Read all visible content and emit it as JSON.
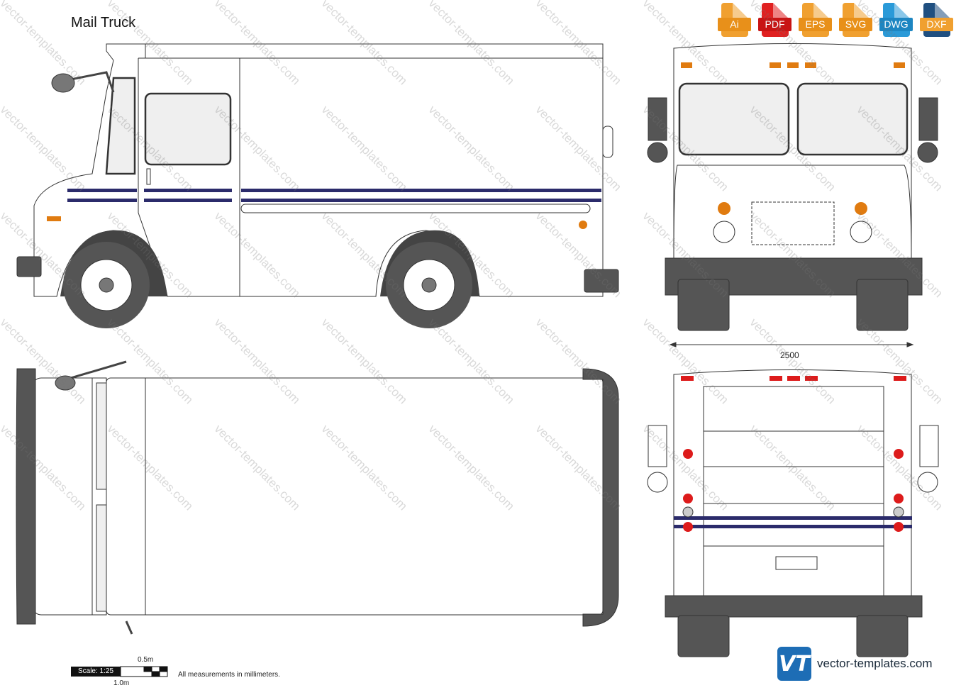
{
  "header": {
    "title": "Mail Truck"
  },
  "formats": [
    {
      "label": "Ai",
      "color": "#f0a030"
    },
    {
      "label": "PDF",
      "color": "#e02020"
    },
    {
      "label": "EPS",
      "color": "#f0a030"
    },
    {
      "label": "SVG",
      "color": "#f0a030"
    },
    {
      "label": "DWG",
      "color": "#2a9ad8"
    },
    {
      "label": "DXF",
      "color": "#1f4f80"
    }
  ],
  "dimensions": {
    "front_width": "2500"
  },
  "scale": {
    "label": "Scale: 1:25",
    "half": "0.5m",
    "one": "1.0m",
    "note": "All measurements in millimeters."
  },
  "brand": {
    "logo": "VT",
    "name": "vector-templates.com"
  },
  "watermark": "vector-templates.com",
  "colors": {
    "stripe": "#2b2b6b",
    "tire": "#555555",
    "body": "#ffffff",
    "amber": "#e07b10",
    "red": "#dd1b1b"
  }
}
